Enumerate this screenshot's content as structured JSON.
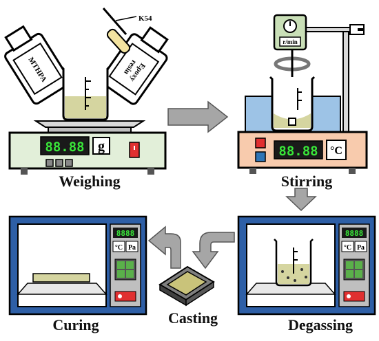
{
  "steps": {
    "weighing": "Weighing",
    "stirring": "Stirring",
    "curing": "Curing",
    "casting": "Casting",
    "degassing": "Degassing"
  },
  "bottles": {
    "left": "MTHPA",
    "right_line1": "Epoxy",
    "right_line2": "resin"
  },
  "dropper_label": "K54",
  "balance": {
    "display": "88.88",
    "unit": "g"
  },
  "stirrer": {
    "speed_label": "r/min",
    "display": "88.88",
    "unit": "°C"
  },
  "oven": {
    "display": "8888",
    "unit_celsius": "°C",
    "unit_pressure": "Pa"
  },
  "colors": {
    "resin": "#d5d5a0",
    "resin_dark": "#b8b87a",
    "lcd_bg": "#1a1a1a",
    "lcd_text": "#39e639",
    "balance_body": "#e2efd9",
    "stirrer_body": "#f8cbad",
    "oven_frame": "#2e5fa6",
    "water": "#9dc3e6",
    "arrow": "#a6a6a6",
    "power_red": "#e03030"
  }
}
